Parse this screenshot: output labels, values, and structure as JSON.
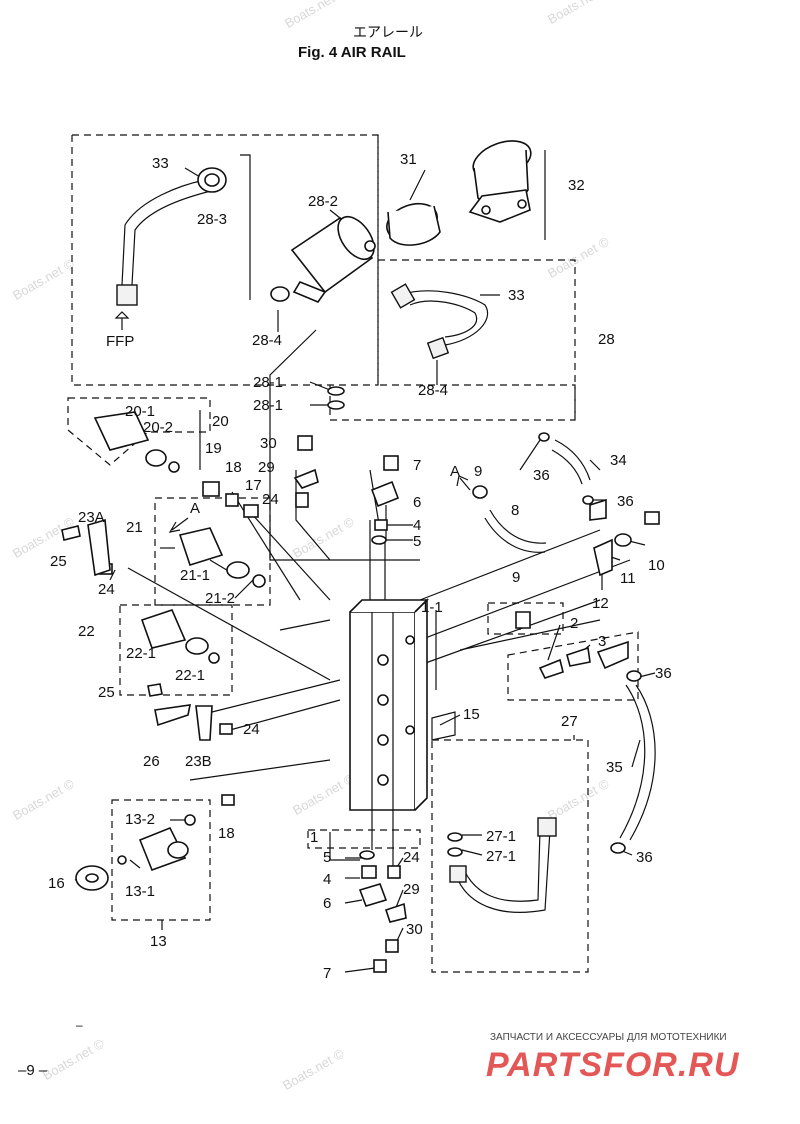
{
  "header": {
    "title_jp": "エアレール",
    "title_en": "Fig. 4    AIR RAIL"
  },
  "footer": {
    "page_number": "–9 –",
    "dash_mark": "–"
  },
  "watermark": {
    "text": "Boats.net ©",
    "store_caption": "ЗАПЧАСТИ И АКСЕССУАРЫ ДЛЯ МОТОТЕХНИКИ",
    "store_logo": "PARTSFOR.RU"
  },
  "callouts": [
    "33",
    "28-3",
    "28-2",
    "28-4",
    "31",
    "32",
    "33",
    "28",
    "28-4",
    "FFP",
    "28-1",
    "28-1",
    "20-1",
    "20",
    "20-2",
    "30",
    "19",
    "18",
    "29",
    "17",
    "24",
    "7",
    "6",
    "4",
    "5",
    "A",
    "9",
    "8",
    "36",
    "34",
    "36",
    "10",
    "11",
    "12",
    "23A",
    "25",
    "21",
    "A",
    "21-1",
    "21-2",
    "24",
    "22",
    "22-1",
    "22-1",
    "25",
    "26",
    "23B",
    "24",
    "1-1",
    "9",
    "2",
    "3",
    "36",
    "15",
    "27",
    "35",
    "13-2",
    "18",
    "13-1",
    "16",
    "13",
    "1",
    "5",
    "4",
    "6",
    "7",
    "24",
    "29",
    "30",
    "27-1",
    "27-1",
    "36"
  ]
}
